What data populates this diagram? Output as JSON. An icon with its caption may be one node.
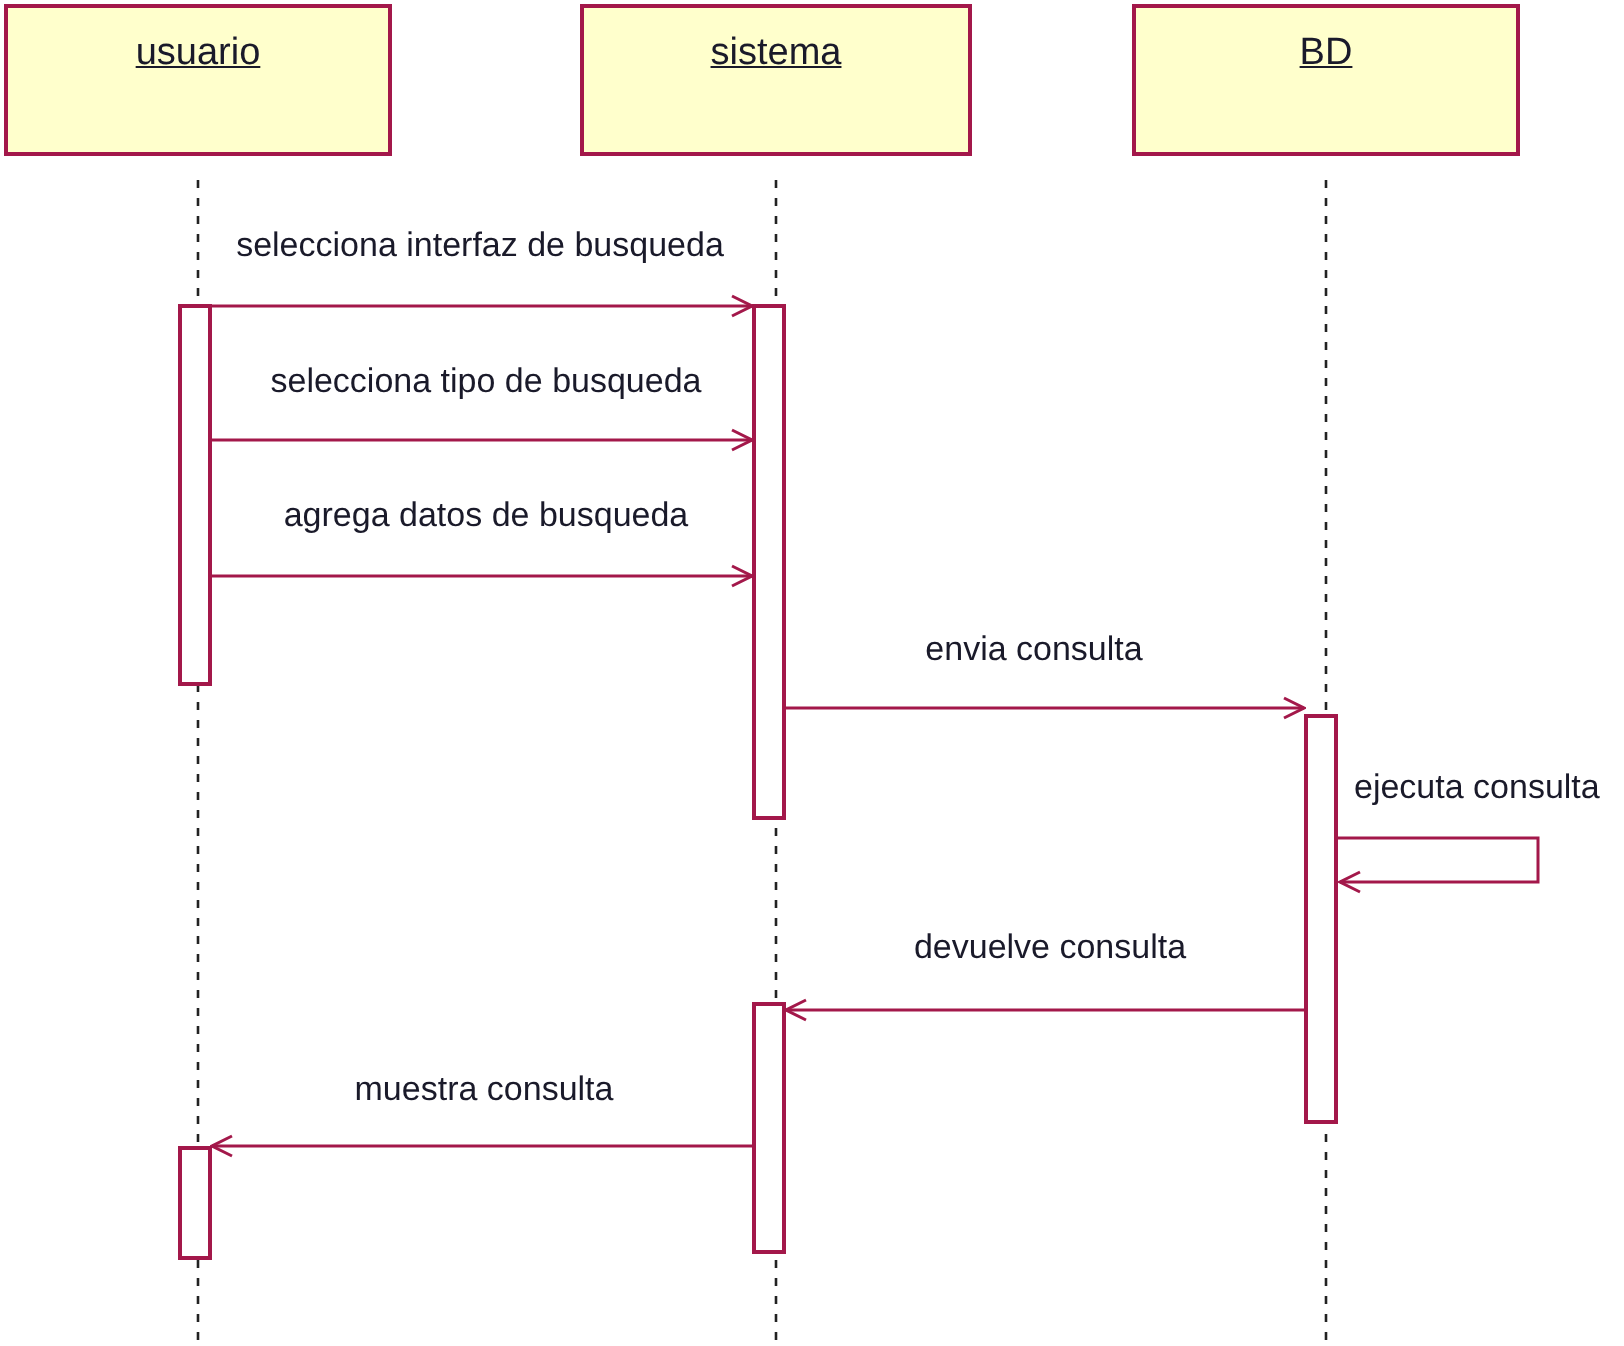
{
  "diagram": {
    "nodes": [
      {
        "text": [
          "usuario"
        ]
      },
      {
        "text": [
          "sistema"
        ]
      },
      {
        "text": [
          "BD"
        ]
      },
      {
        "text": [],
        "shape": "bar"
      },
      {
        "text": [],
        "shape": "bar"
      },
      {
        "text": [],
        "shape": "bar"
      },
      {
        "text": [],
        "shape": "bar"
      },
      {
        "text": [],
        "shape": "bar"
      }
    ],
    "edges": [
      {
        "from": 3,
        "to": 4,
        "arrow": "to",
        "label": "selecciona interfaz de busqueda"
      },
      {
        "from": 3,
        "to": 4,
        "arrow": "to",
        "label": "selecciona tipo de busqueda"
      },
      {
        "from": 3,
        "to": 4,
        "arrow": "to",
        "label": "agrega datos de busqueda"
      },
      {
        "from": 4,
        "to": 5,
        "arrow": "to",
        "label": "envia consulta"
      },
      {
        "from": 5,
        "to": 5,
        "arrow": "to",
        "label": "ejecuta consulta"
      },
      {
        "from": 5,
        "to": 6,
        "arrow": "to",
        "label": "devuelve consulta"
      },
      {
        "from": 6,
        "to": 7,
        "arrow": "to",
        "label": "muestra consulta"
      }
    ]
  }
}
